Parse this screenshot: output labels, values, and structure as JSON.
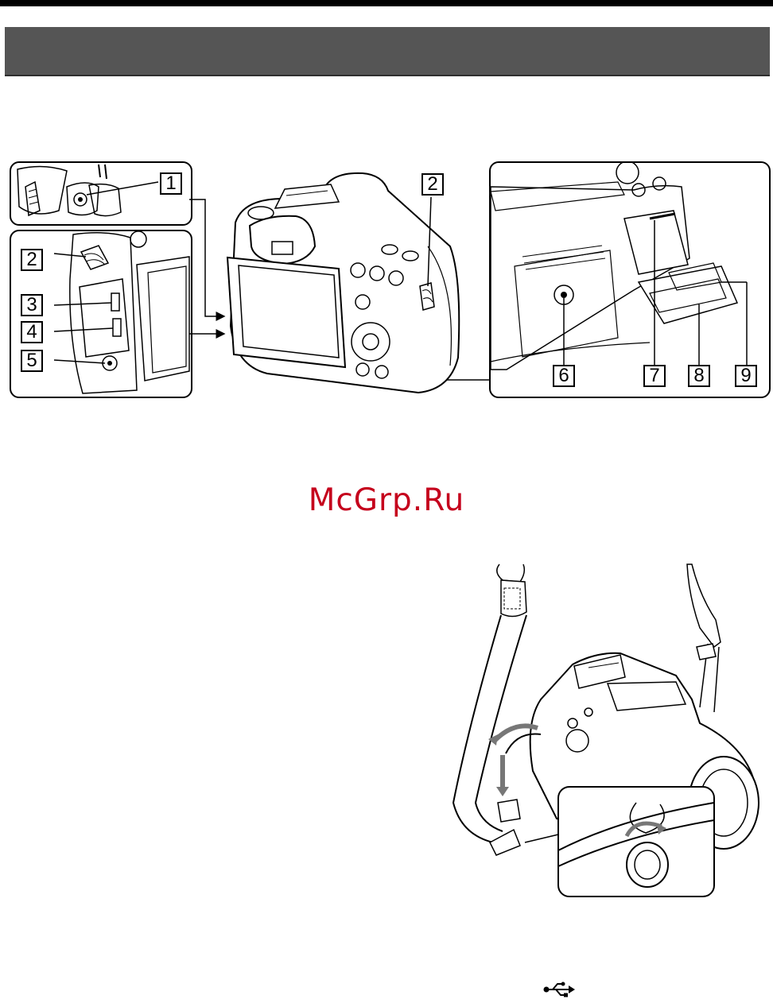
{
  "header": {
    "band_color": "#555555"
  },
  "figure_parts": {
    "callouts": [
      "1",
      "2",
      "3",
      "4",
      "5",
      "6",
      "7",
      "8",
      "9"
    ],
    "callout_main_body": "2"
  },
  "watermark": {
    "text": "McGrp.Ru",
    "color": "#c5001c"
  },
  "usb_symbol": {
    "icon": "usb-icon"
  },
  "colors": {
    "ink": "#000000",
    "watermark": "#c5001c",
    "band": "#555555"
  }
}
